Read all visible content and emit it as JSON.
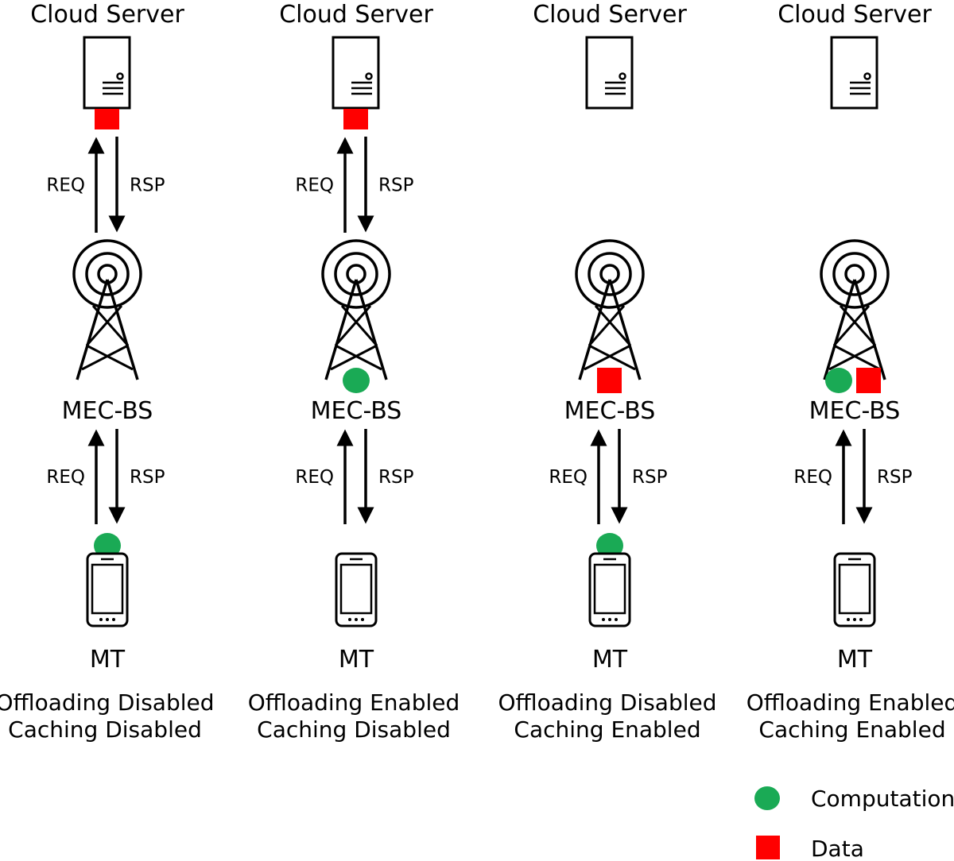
{
  "labels": {
    "server": "Cloud Server",
    "bs": "MEC-BS",
    "mt": "MT",
    "req": "REQ",
    "rsp": "RSP"
  },
  "scenarios": [
    {
      "offloading": "Offloading Disabled",
      "caching": "Caching Disabled",
      "server_data": true,
      "cloud_link": true,
      "bs_computation": false,
      "bs_data": false,
      "mt_computation": true
    },
    {
      "offloading": "Offloading Enabled",
      "caching": "Caching Disabled",
      "server_data": true,
      "cloud_link": true,
      "bs_computation": true,
      "bs_data": false,
      "mt_computation": false
    },
    {
      "offloading": "Offloading Disabled",
      "caching": "Caching Enabled",
      "server_data": false,
      "cloud_link": false,
      "bs_computation": false,
      "bs_data": true,
      "mt_computation": true
    },
    {
      "offloading": "Offloading Enabled",
      "caching": "Caching Enabled",
      "server_data": false,
      "cloud_link": false,
      "bs_computation": true,
      "bs_data": true,
      "mt_computation": false
    }
  ],
  "legend": {
    "computation": "Computation",
    "data": "Data"
  },
  "colors": {
    "computation": "#1aaa55",
    "data": "#ff0000",
    "stroke": "#000000"
  }
}
